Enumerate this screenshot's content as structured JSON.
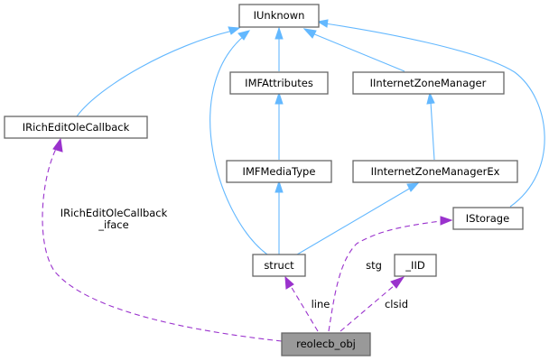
{
  "diagram": {
    "title": "reolecb_obj collaboration graph",
    "colors": {
      "inheritance_edge": "#63b8ff",
      "usage_edge": "#9a32cd",
      "focus_node_fill": "#999999",
      "node_border": "#666666"
    },
    "nodes": {
      "iunknown": "IUnknown",
      "irich": "IRichEditOleCallback",
      "imfattr": "IMFAttributes",
      "iizm": "IInternetZoneManager",
      "imfmedia": "IMFMediaType",
      "iizmex": "IInternetZoneManagerEx",
      "istorage": "IStorage",
      "struct": "struct",
      "iid": "_IID",
      "focus": "reolecb_obj"
    },
    "edge_labels": {
      "irich_line1": "IRichEditOleCallback",
      "irich_line2": "_iface",
      "stg": "stg",
      "line": "line",
      "clsid": "clsid"
    }
  }
}
